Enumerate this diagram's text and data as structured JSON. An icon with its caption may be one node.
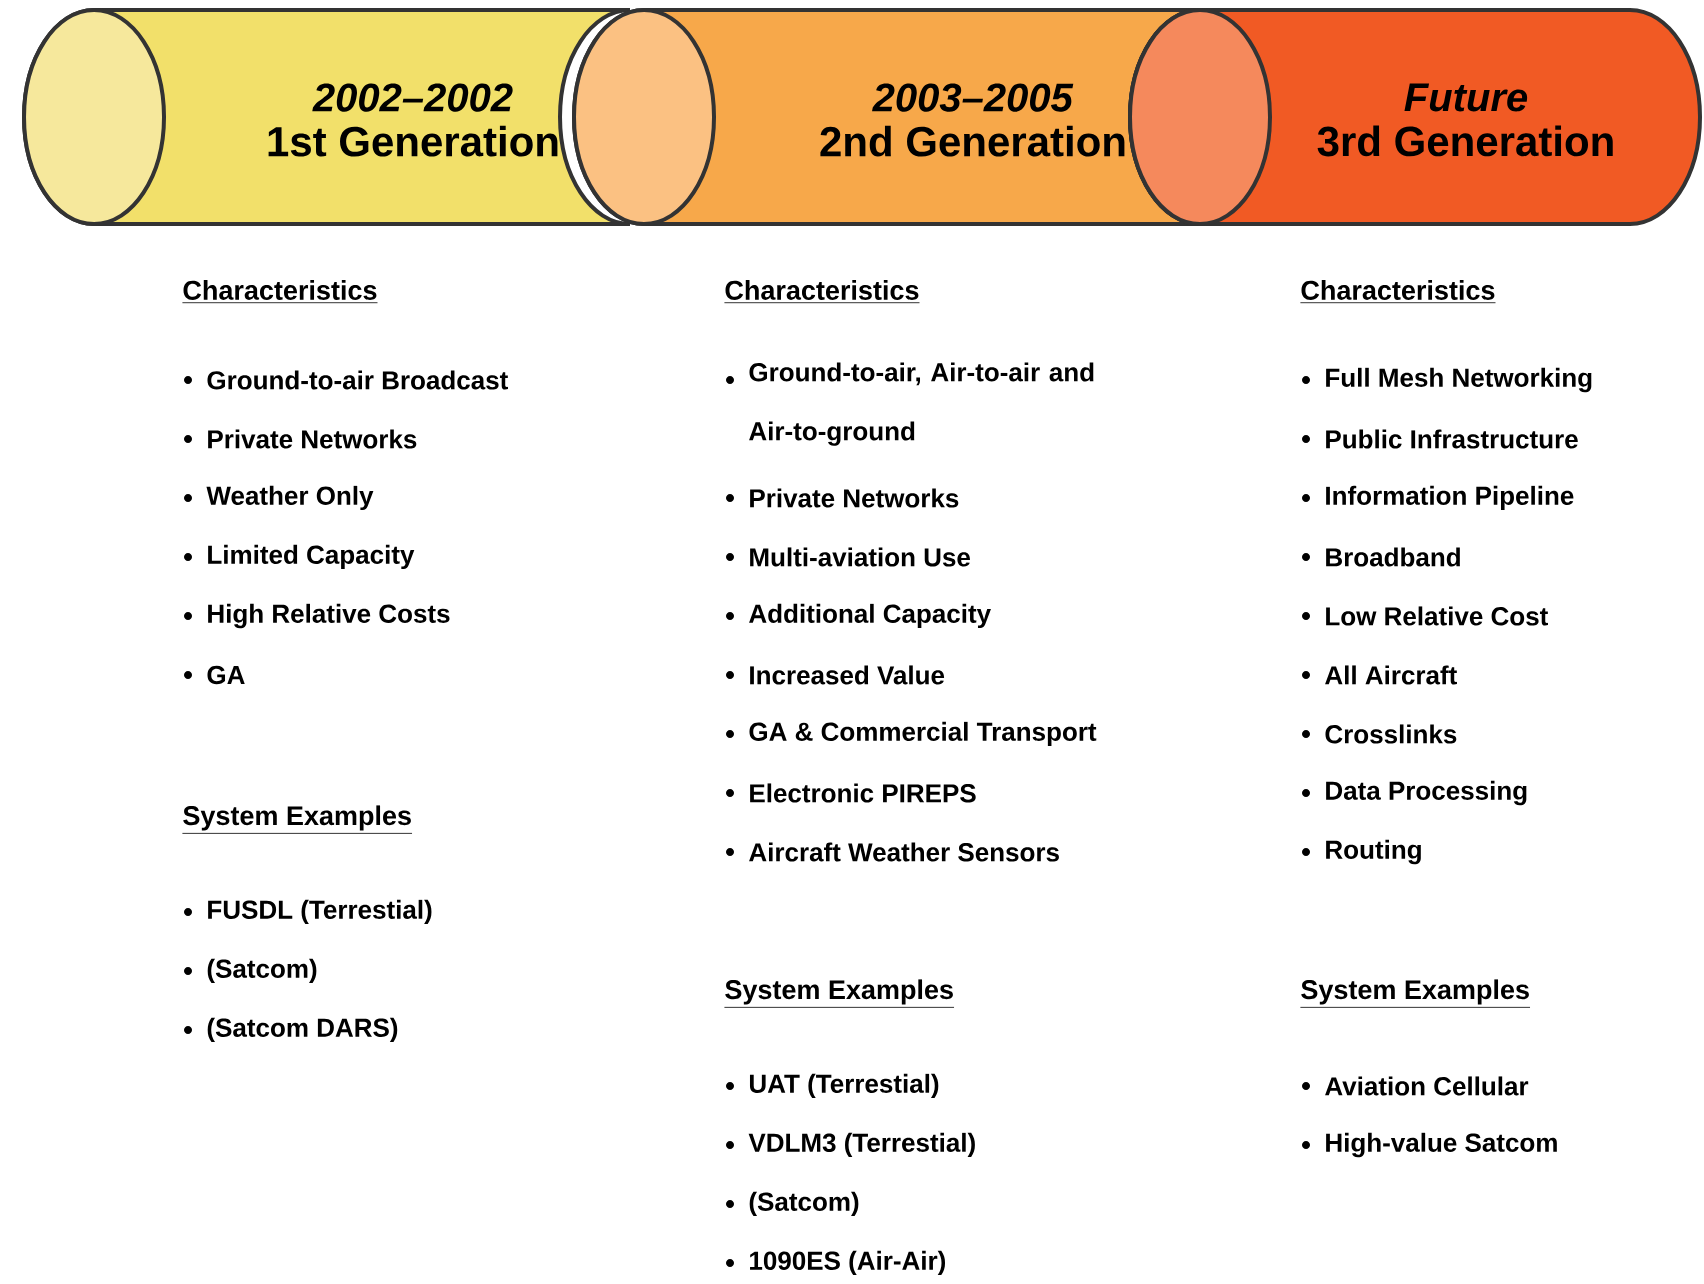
{
  "diagram": {
    "nodes": [
      {
        "text": [
          "*2002–2002*",
          "1st Generation"
        ]
      },
      {
        "text": [
          "*2003–2005*",
          "2nd Generation"
        ]
      },
      {
        "text": [
          "*Future*",
          "3rd Generation"
        ]
      }
    ],
    "edges": [],
    "labels": [
      "Characteristics",
      "Ground-to-air Broadcast",
      "Private Networks",
      "Weather Only",
      "Limited Capacity",
      "High Relative Costs",
      "GA",
      "System Examples",
      "FUSDL (Terrestial)",
      "(Satcom)",
      "(Satcom DARS)",
      "Characteristics",
      "Ground-to-air, Air-to-air and Air-to-ground",
      "Private Networks",
      "Multi-aviation Use",
      "Additional Capacity",
      "Increased Value",
      "GA & Commercial Transport",
      "Electronic PIREPS",
      "Aircraft Weather Sensors",
      "System Examples",
      "UAT (Terrestial)",
      "VDLM3 (Terrestial)",
      "(Satcom)",
      "1090ES (Air-Air)",
      "Characteristics",
      "Full Mesh Networking",
      "Public Infrastructure",
      "Information Pipeline",
      "Broadband",
      "Low Relative Cost",
      "All Aircraft",
      "Crosslinks",
      "Data Processing",
      "Routing",
      "System Examples",
      "Aviation Cellular",
      "High-value Satcom"
    ]
  }
}
